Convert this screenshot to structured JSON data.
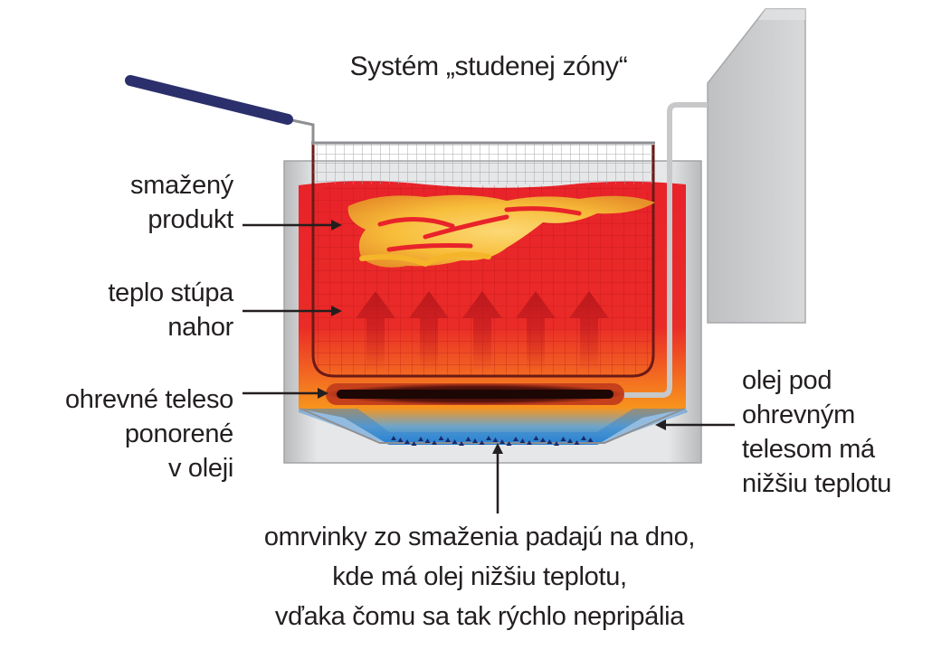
{
  "title": "Systém „studenej zóny“",
  "labels": {
    "fried_product": [
      "smažený",
      "produkt"
    ],
    "rising_heat": [
      "teplo stúpa",
      "nahor"
    ],
    "heating_element": [
      "ohrevné teleso",
      "ponorené",
      "v oleji"
    ],
    "oil_below": [
      "olej pod",
      "ohrevným",
      "telesom má",
      "nižšiu teplotu"
    ],
    "crumbs": [
      "omrvinky zo smaženia padajú na dno,",
      "kde má olej nižšiu teplotu,",
      "vďaka čomu sa tak rýchlo nepripália"
    ]
  },
  "colors": {
    "oil_hot": "#e32227",
    "oil_warm": "#f7941d",
    "oil_cold": "#2e8fd9",
    "tank": "#d9dadb",
    "basket_handle": "#2b2f6b",
    "text": "#231f20"
  }
}
